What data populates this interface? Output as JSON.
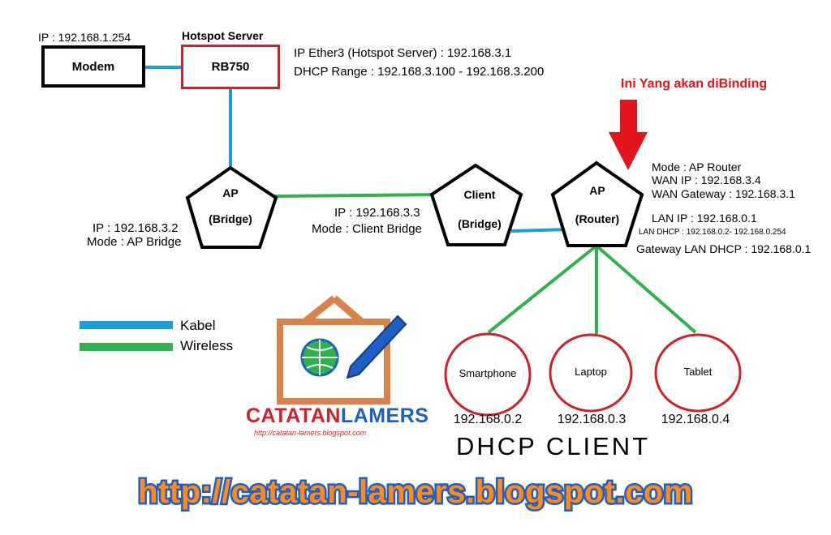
{
  "colors": {
    "cable": "#1a9fd8",
    "wireless": "#2db34a",
    "server_border": "#d21f2a",
    "client_circle": "#d21f2a",
    "arrow": "#e3141c",
    "banner_fill": "#ff8a1a",
    "banner_outline": "#1d5fc6",
    "logo_frame": "#d9834a"
  },
  "modem": {
    "label": "Modem",
    "ip": "IP : 192.168.1.254"
  },
  "server": {
    "caption": "Hotspot Server",
    "label": "RB750",
    "ip_line": "IP Ether3 (Hotspot Server) : 192.168.3.1",
    "dhcp_line": "DHCP Range : 192.168.3.100 - 192.168.3.200"
  },
  "ap_bridge": {
    "line1": "AP",
    "line2": "(Bridge)",
    "ip": "IP : 192.168.3.2",
    "mode": "Mode : AP Bridge"
  },
  "client_bridge": {
    "line1": "Client",
    "line2": "(Bridge)",
    "ip": "IP : 192.168.3.3",
    "mode": "Mode : Client Bridge"
  },
  "ap_router": {
    "line1": "AP",
    "line2": "(Router)",
    "binding_note": "Ini Yang akan diBinding",
    "details": [
      "Mode : AP Router",
      "WAN IP : 192.168.3.4",
      "WAN Gateway : 192.168.3.1",
      "LAN IP : 192.168.0.1",
      "LAN DHCP : 192.168.0.2- 192.168.0.254",
      "Gateway LAN DHCP : 192.168.0.1"
    ]
  },
  "clients": [
    {
      "name": "Smartphone",
      "ip": "192.168.0.2"
    },
    {
      "name": "Laptop",
      "ip": "192.168.0.3"
    },
    {
      "name": "Tablet",
      "ip": "192.168.0.4"
    }
  ],
  "clients_caption": "DHCP CLIENT",
  "legend": [
    {
      "label": "Kabel",
      "type": "cable"
    },
    {
      "label": "Wireless",
      "type": "wireless"
    }
  ],
  "logo": {
    "word1": "CATATAN",
    "word2": "LAMERS",
    "url": "http://catatan-lamers.blogspot.com"
  },
  "banner": "http://catatan-lamers.blogspot.com"
}
